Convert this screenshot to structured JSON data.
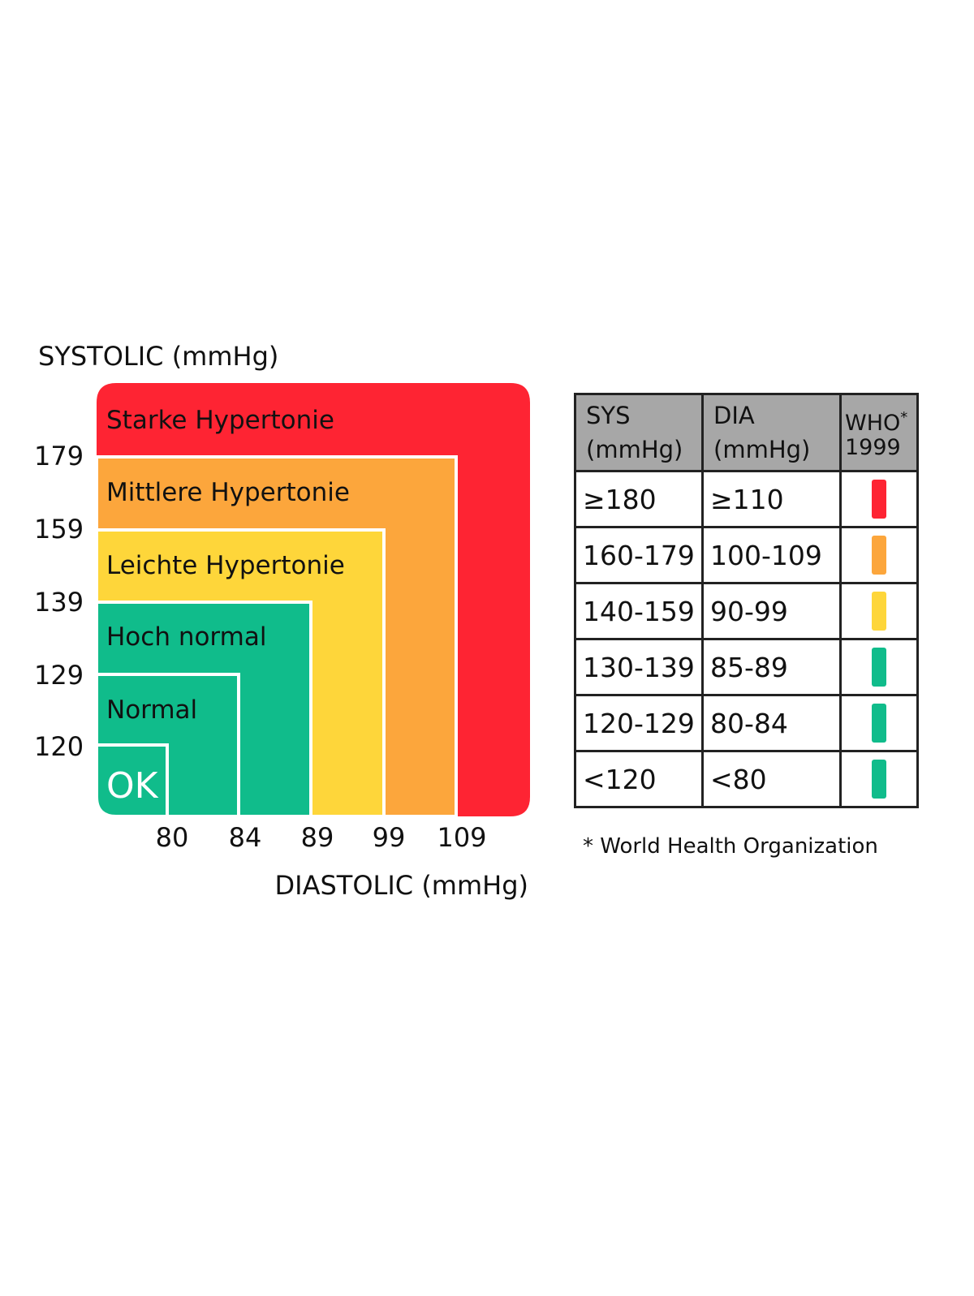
{
  "chart_data": {
    "type": "area",
    "y_axis_title": "SYSTOLIC (mmHg)",
    "x_axis_title": "DIASTOLIC (mmHg)",
    "y_ticks": [
      "179",
      "159",
      "139",
      "129",
      "120"
    ],
    "x_ticks": [
      "80",
      "84",
      "89",
      "99",
      "109"
    ],
    "zones": [
      {
        "label": "Starke Hypertonie",
        "max_systolic": null,
        "max_diastolic": null,
        "color": "#fe2433"
      },
      {
        "label": "Mittlere Hypertonie",
        "max_systolic": 179,
        "max_diastolic": 109,
        "color": "#fca63c"
      },
      {
        "label": "Leichte Hypertonie",
        "max_systolic": 159,
        "max_diastolic": 99,
        "color": "#fed63a"
      },
      {
        "label": "Hoch normal",
        "max_systolic": 139,
        "max_diastolic": 89,
        "color": "#10bc8b"
      },
      {
        "label": "Normal",
        "max_systolic": 129,
        "max_diastolic": 84,
        "color": "#10bc8b"
      },
      {
        "label": "OK",
        "max_systolic": 120,
        "max_diastolic": 80,
        "color": "#10bc8b"
      }
    ]
  },
  "table": {
    "headers": [
      {
        "line1": "SYS",
        "line2": "(mmHg)"
      },
      {
        "line1": "DIA",
        "line2": "(mmHg)"
      },
      {
        "line1": "WHO",
        "sup": "*",
        "line2": "1999"
      }
    ],
    "rows": [
      {
        "sys": "≥180",
        "dia": "≥110",
        "color": "#fe2433"
      },
      {
        "sys": "160-179",
        "dia": "100-109",
        "color": "#fca63c"
      },
      {
        "sys": "140-159",
        "dia": "90-99",
        "color": "#fed63a"
      },
      {
        "sys": "130-139",
        "dia": "85-89",
        "color": "#10bc8b"
      },
      {
        "sys": "120-129",
        "dia": "80-84",
        "color": "#10bc8b"
      },
      {
        "sys": "<120",
        "dia": "<80",
        "color": "#10bc8b"
      }
    ]
  },
  "footnote": "* World Health Organization"
}
